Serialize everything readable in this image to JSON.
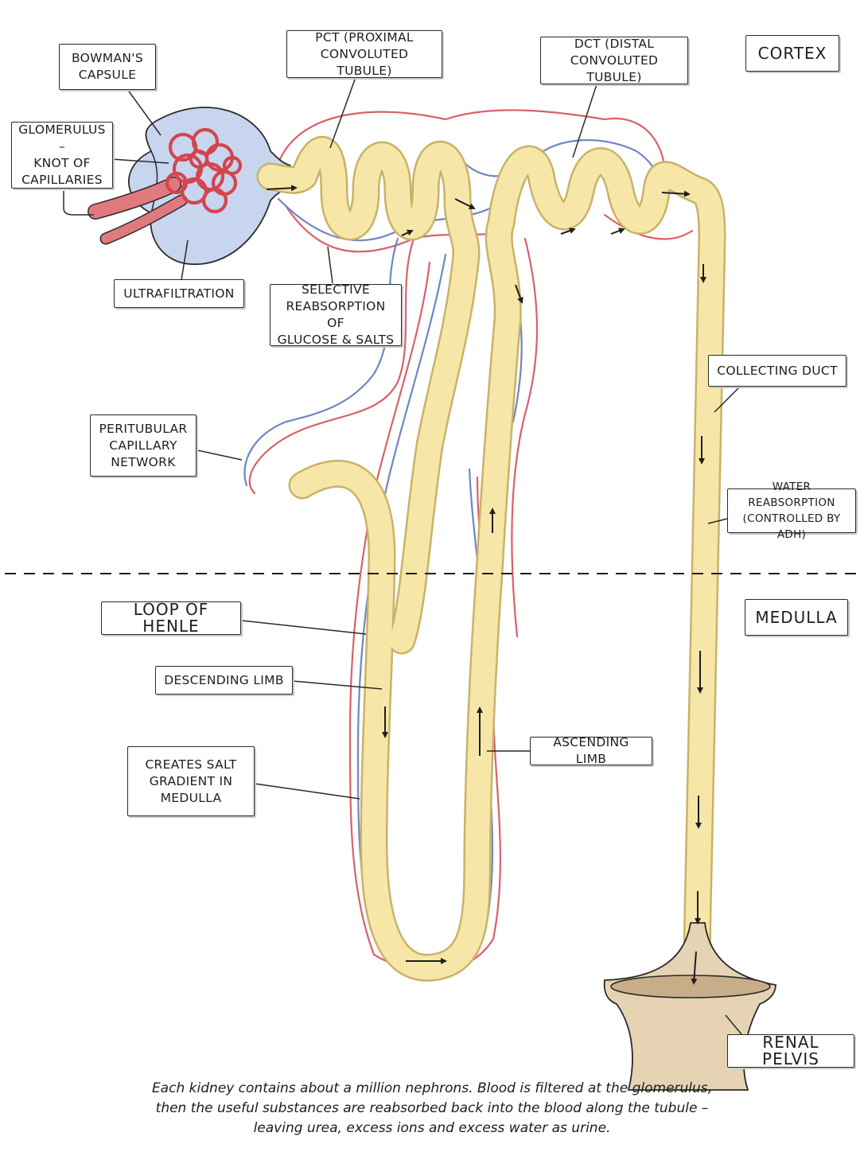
{
  "labels": {
    "bowmans_capsule": "BOWMAN'S\nCAPSULE",
    "glomerulus": "GLOMERULUS –\nKNOT OF\nCAPILLARIES",
    "ultrafiltration": "ULTRAFILTRATION",
    "pct": "PCT (PROXIMAL\nCONVOLUTED TUBULE)",
    "selective_reabsorption": "SELECTIVE\nREABSORPTION OF\nGLUCOSE & SALTS",
    "dct": "DCT (DISTAL\nCONVOLUTED TUBULE)",
    "cortex": "CORTEX",
    "collecting_duct": "COLLECTING DUCT",
    "peritubular": "PERITUBULAR\nCAPILLARY\nNETWORK",
    "water_reabsorption": "WATER REABSORPTION\n(CONTROLLED BY ADH)",
    "medulla": "MEDULLA",
    "loop_of_henle": "LOOP OF HENLE",
    "descending_limb": "DESCENDING LIMB",
    "ascending_limb": "ASCENDING LIMB",
    "salt_gradient": "CREATES SALT\nGRADIENT IN\nMEDULLA",
    "renal_pelvis": "RENAL PELVIS"
  },
  "caption": [
    "Each kidney contains about a million nephrons. Blood is filtered at the glomerulus,",
    "then the useful substances are reabsorbed back into the blood along the tubule –",
    "leaving urea, excess ions and excess water as urine."
  ],
  "colors": {
    "tubule_fill": "#f6e7a8",
    "tubule_edge": "#c9b268",
    "capillary_red": "#d9606a",
    "capillary_blue": "#6f86c4",
    "capsule_fill": "#c7d5ef",
    "glomerulus_red": "#d4454e",
    "pelvis_fill": "#e6d3b3"
  }
}
